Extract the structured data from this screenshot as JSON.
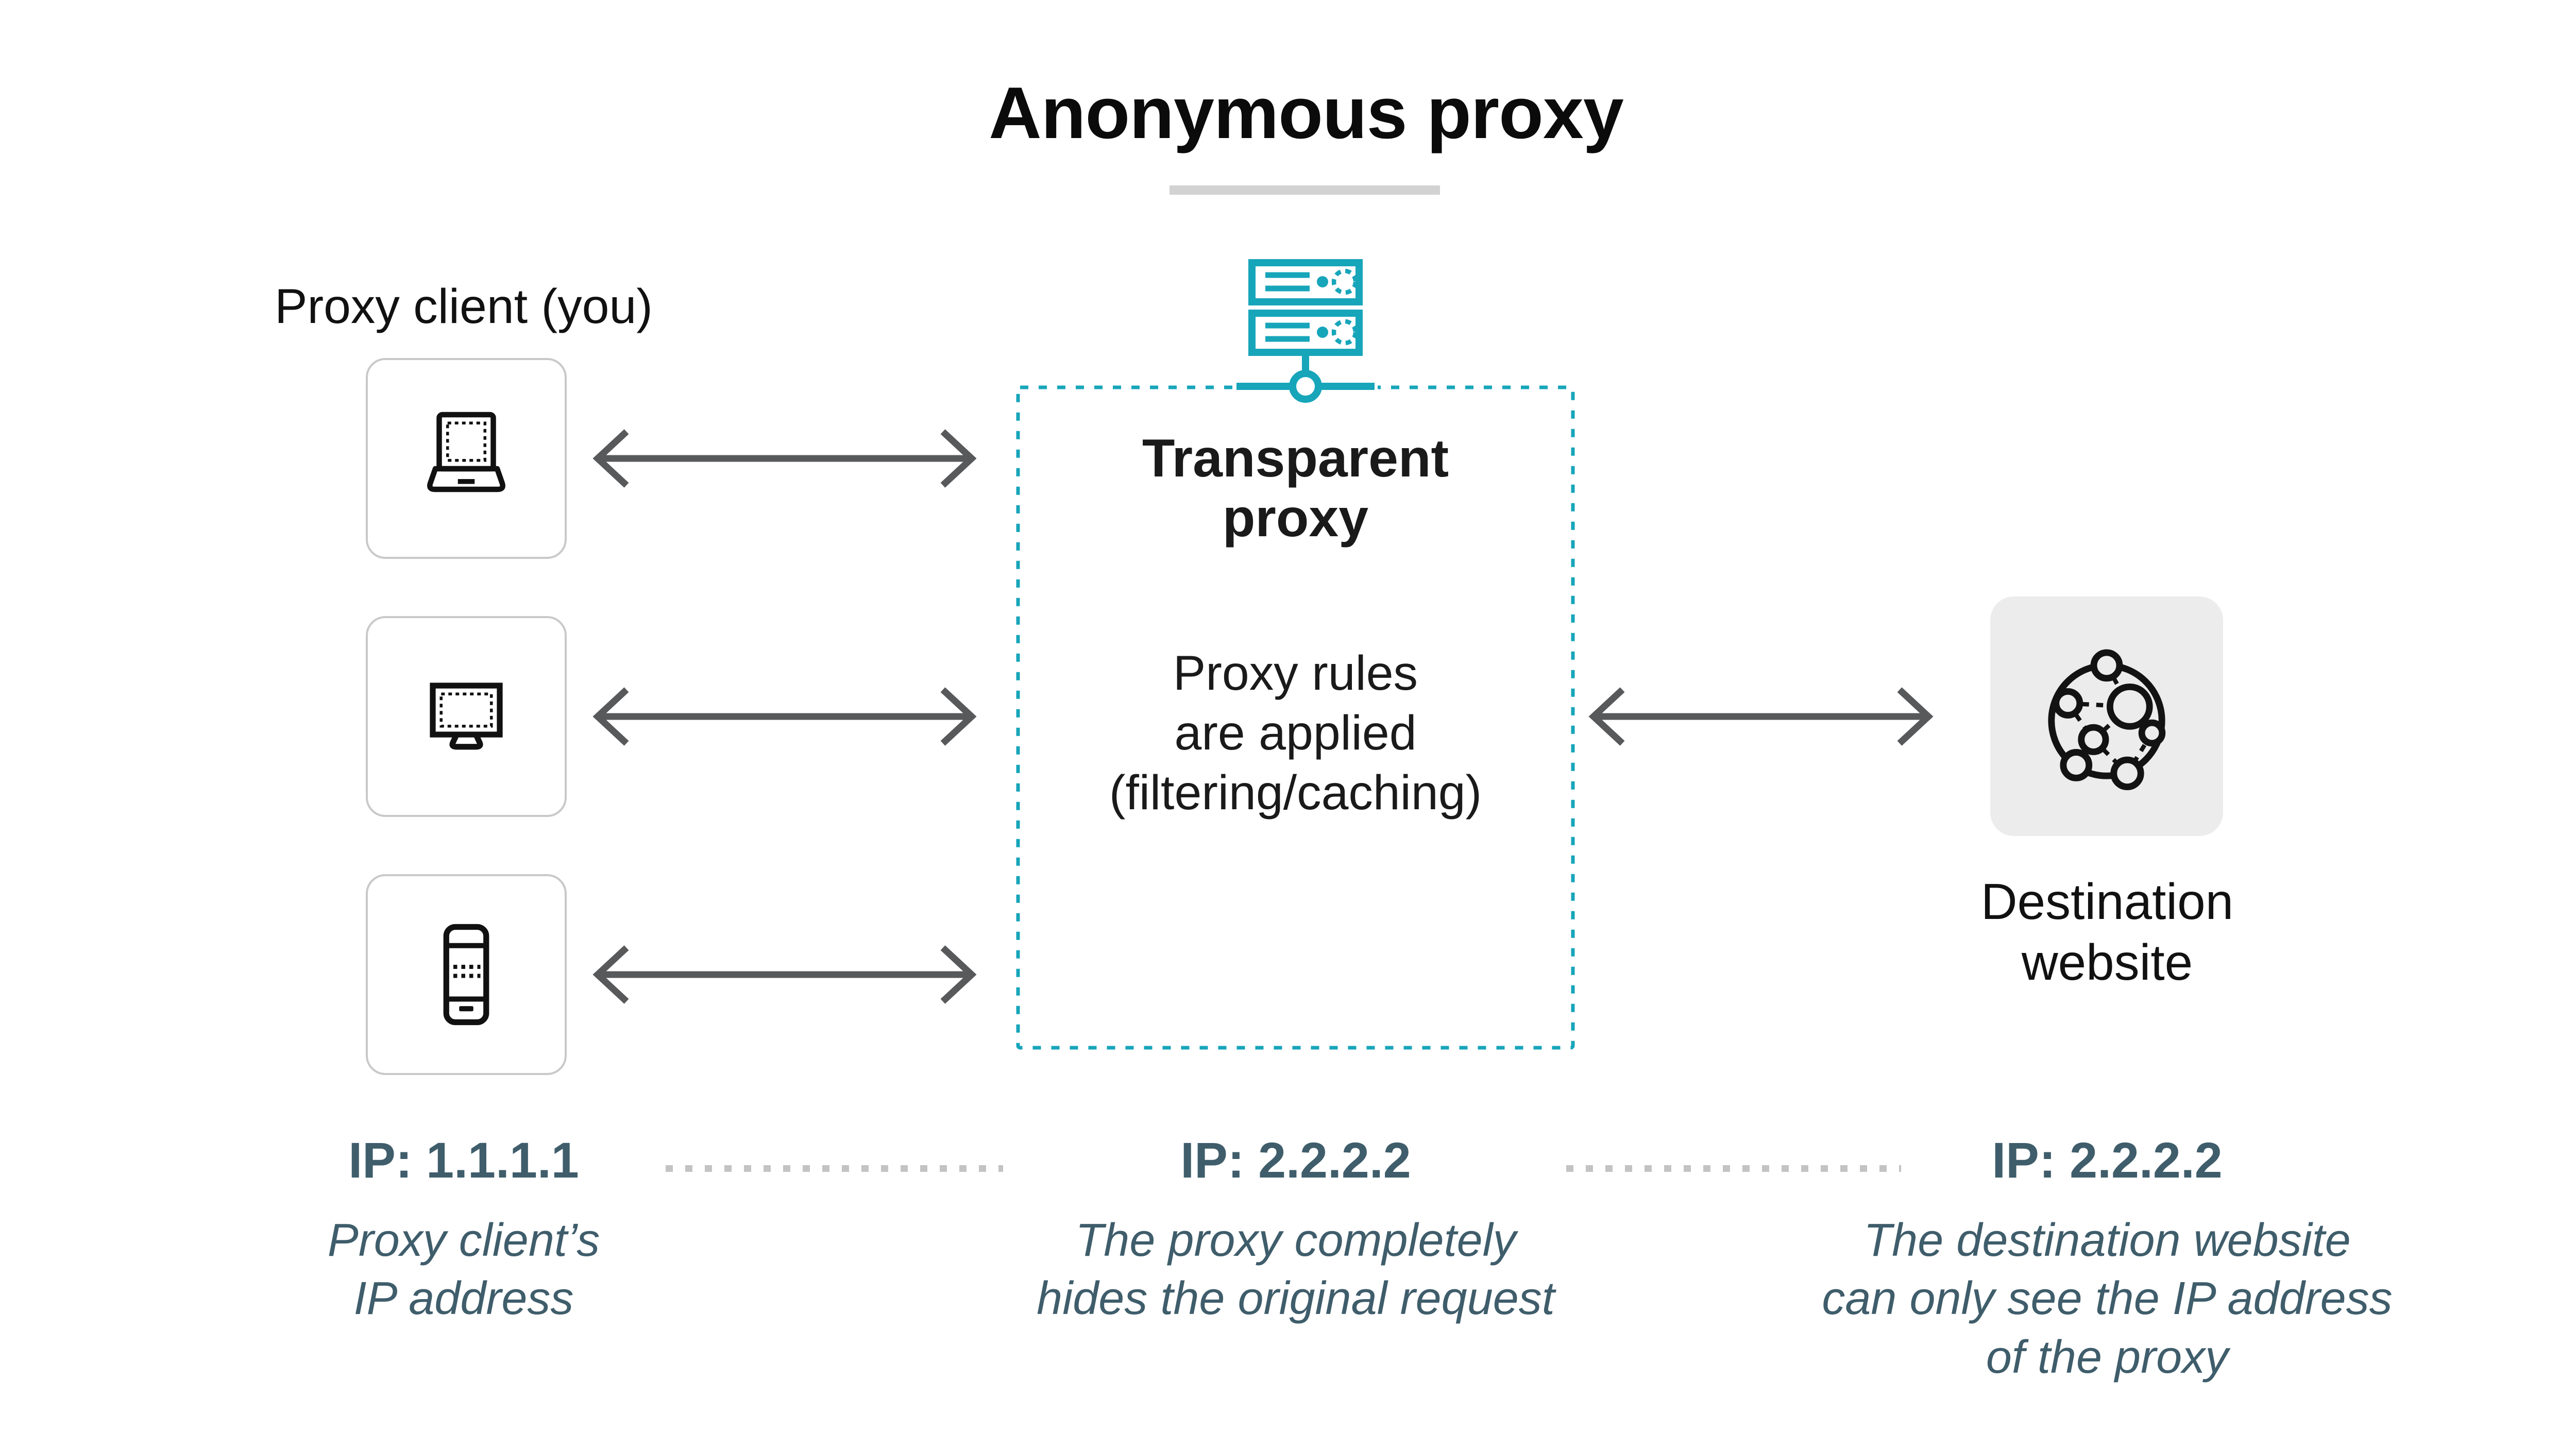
{
  "title": {
    "text": "Anonymous proxy"
  },
  "client": {
    "label": "Proxy client (you)",
    "devices": [
      {
        "icon": "laptop-icon"
      },
      {
        "icon": "monitor-icon"
      },
      {
        "icon": "smartphone-icon"
      }
    ],
    "ip": "IP: 1.1.1.1",
    "caption": "Proxy client’s\nIP address"
  },
  "proxy": {
    "icon": "proxy-server-icon",
    "name": "Transparent\nproxy",
    "rules": "Proxy rules\nare applied\n(filtering/caching)",
    "ip": "IP: 2.2.2.2",
    "caption": "The proxy completely\nhides the original request"
  },
  "destination": {
    "icon": "network-globe-icon",
    "label": "Destination\nwebsite",
    "ip": "IP: 2.2.2.2",
    "caption": "The destination website\ncan only see the IP address\nof the proxy"
  },
  "colors": {
    "accent_teal": "#17a5ba",
    "slate_text": "#3f5d6b",
    "arrow_gray": "#58595b",
    "device_box_border": "#c9c9c9",
    "destination_box_fill": "#ececec",
    "title_underline": "#d2d2d2",
    "dotted_separator": "#c3c3c3",
    "text_black": "#111111"
  }
}
